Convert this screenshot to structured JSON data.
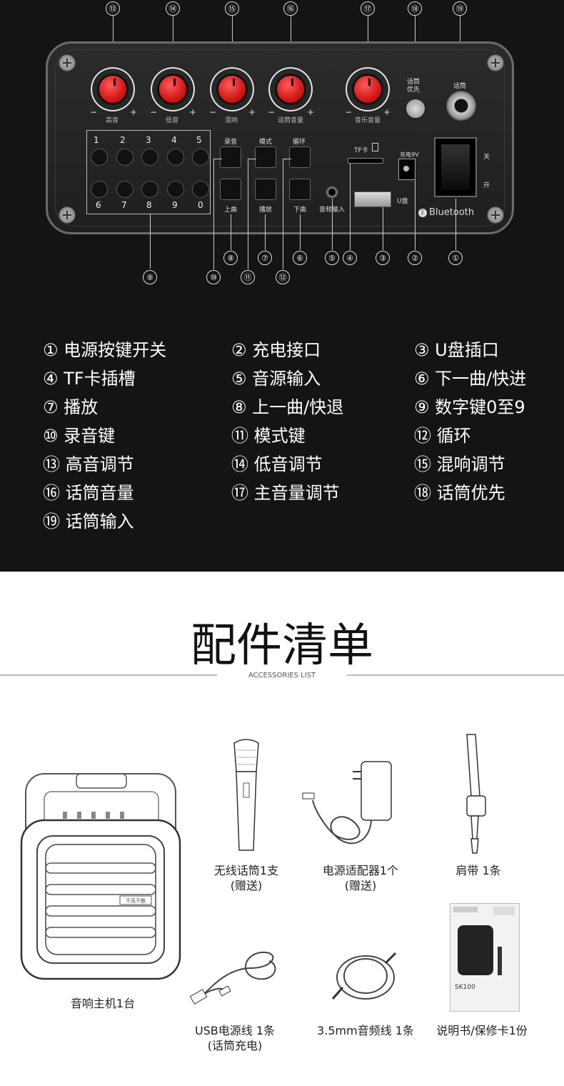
{
  "panel": {
    "top_callouts": [
      "⑬",
      "⑭",
      "⑮",
      "⑯",
      "⑰",
      "⑱",
      "⑲"
    ],
    "knobs": [
      {
        "label": "高音"
      },
      {
        "label": "低音"
      },
      {
        "label": "混响"
      },
      {
        "label": "话筒音量"
      },
      {
        "label": "音乐音量"
      }
    ],
    "minus": "−",
    "plus": "+",
    "mic_priority_label": "话筒\n优先",
    "mic_input_label": "话筒",
    "keypad_top": [
      "1",
      "2",
      "3",
      "4",
      "5"
    ],
    "keypad_bottom": [
      "6",
      "7",
      "8",
      "9",
      "0"
    ],
    "record_label": "录音",
    "mode_label": "模式",
    "loop_label": "循环",
    "prev_label": "上曲",
    "play_label": "播放",
    "next_label": "下曲",
    "audio_in_label": "音频输入",
    "tf_label": "TF卡",
    "charge_label": "充电9V",
    "usb_label": "U盘",
    "switch_off": "关",
    "switch_on": "开",
    "bluetooth_label": "Bluetooth",
    "bottom_callouts": [
      "⑨",
      "⑩",
      "⑧",
      "⑪",
      "⑦",
      "⑫",
      "⑥",
      "⑤",
      "④",
      "③",
      "②",
      "①"
    ]
  },
  "legend": [
    [
      "① 电源按键开关",
      "② 充电接口",
      "③ U盘插口"
    ],
    [
      "④ TF卡插槽",
      "⑤ 音源输入",
      "⑥ 下一曲/快进"
    ],
    [
      "⑦ 播放",
      "⑧ 上一曲/快退",
      "⑨ 数字键0至9"
    ],
    [
      "⑩ 录音键",
      "⑪ 模式键",
      "⑫ 循环"
    ],
    [
      "⑬ 高音调节",
      "⑭ 低音调节",
      "⑮ 混响调节"
    ],
    [
      "⑯ 话筒音量",
      "⑰ 主音量调节",
      "⑱ 话筒优先"
    ],
    [
      "⑲ 话筒输入",
      "",
      ""
    ]
  ],
  "accessories": {
    "title": "配件清单",
    "subtitle": "ACCESSORIES LIST",
    "speaker_badge": "不見不散",
    "manual_model": "SK100",
    "items": {
      "speaker": "音响主机1台",
      "mic_line1": "无线话筒1支",
      "mic_line2": "(赠送)",
      "adapter_line1": "电源适配器1个",
      "adapter_line2": "(赠送)",
      "strap": "肩带 1条",
      "usb_line1": "USB电源线 1条",
      "usb_line2": "(话筒充电)",
      "audio_cable": "3.5mm音频线 1条",
      "manual": "说明书/保修卡1份"
    }
  }
}
